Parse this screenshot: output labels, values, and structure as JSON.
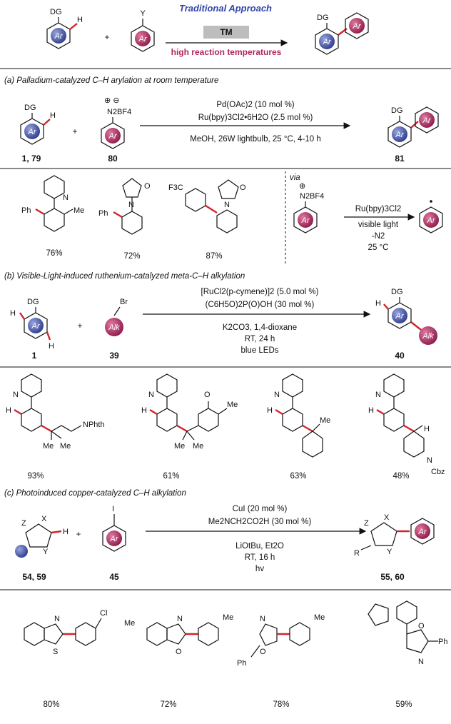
{
  "colors": {
    "blue": "#3b4fa8",
    "magenta": "#b0265e",
    "red": "#d0242b",
    "accent_title": "#3344aa",
    "tm_box": "#bdbdbd"
  },
  "header": {
    "title": "Traditional Approach",
    "tm": "TM",
    "conditions": "high reaction temperatures",
    "dg": "DG",
    "h": "H",
    "y": "Y",
    "ar": "Ar",
    "plus": "+"
  },
  "section_a": {
    "title": "(a) Palladium-catalyzed C–H arylation at room temperature",
    "reagent1": "Pd(OAc)2 (10 mol %)",
    "reagent2": "Ru(bpy)3Cl2•6H2O (2.5 mol %)",
    "reagent3": "MeOH, 26W lightbulb, 25 °C, 4-10 h",
    "salt": "N2BF4",
    "cmpd_sm": "1, 79",
    "cmpd_reagent": "80",
    "cmpd_prod": "81",
    "examples": [
      {
        "yield": "76%",
        "ph": "Ph",
        "me": "Me",
        "n": "N"
      },
      {
        "yield": "72%",
        "ph": "Ph",
        "o": "O",
        "n": "N"
      },
      {
        "yield": "87%",
        "cf3": "F3C",
        "o": "O",
        "n": "N"
      }
    ],
    "via": "via",
    "via_reagent": "Ru(bpy)3Cl2",
    "via_cond1": "visible light",
    "via_cond2": "-N2",
    "via_cond3": "25 °C"
  },
  "section_b": {
    "title": "(b) Visible-Light-induced ruthenium-catalyzed meta-C–H alkylation",
    "reagent1": "[RuCl2(p-cymene)]2 (5.0 mol %)",
    "reagent2": "(C6H5O)2P(O)OH (30 mol %)",
    "reagent3": "K2CO3, 1,4-dioxane",
    "reagent4": "RT, 24 h",
    "reagent5": "blue LEDs",
    "br": "Br",
    "alk": "Alk",
    "cmpd_sm": "1",
    "cmpd_reagent": "39",
    "cmpd_prod": "40",
    "examples": [
      {
        "yield": "93%",
        "label": "NPhth",
        "me": "Me"
      },
      {
        "yield": "61%",
        "o": "O",
        "me": "Me"
      },
      {
        "yield": "63%",
        "me": "Me"
      },
      {
        "yield": "48%",
        "n": "N",
        "cbz": "Cbz"
      }
    ]
  },
  "section_c": {
    "title": "(c) Photoinduced copper-catalyzed C–H alkylation",
    "reagent1": "CuI (20 mol %)",
    "reagent2": "Me2NCH2CO2H (30 mol %)",
    "reagent3": "LiOtBu, Et2O",
    "reagent4": "RT, 16 h",
    "reagent5": "hv",
    "i": "I",
    "z": "Z",
    "x": "X",
    "yy": "Y",
    "r": "R",
    "cmpd_sm": "54, 59",
    "cmpd_reagent": "45",
    "cmpd_prod": "55, 60",
    "examples": [
      {
        "yield": "80%",
        "cl": "Cl",
        "n": "N",
        "s": "S"
      },
      {
        "yield": "72%",
        "me": "Me",
        "n": "N",
        "o": "O"
      },
      {
        "yield": "78%",
        "ph": "Ph",
        "me": "Me",
        "n": "N",
        "o": "O"
      },
      {
        "yield": "59%",
        "ph": "Ph",
        "n": "N",
        "o": "O"
      }
    ]
  }
}
